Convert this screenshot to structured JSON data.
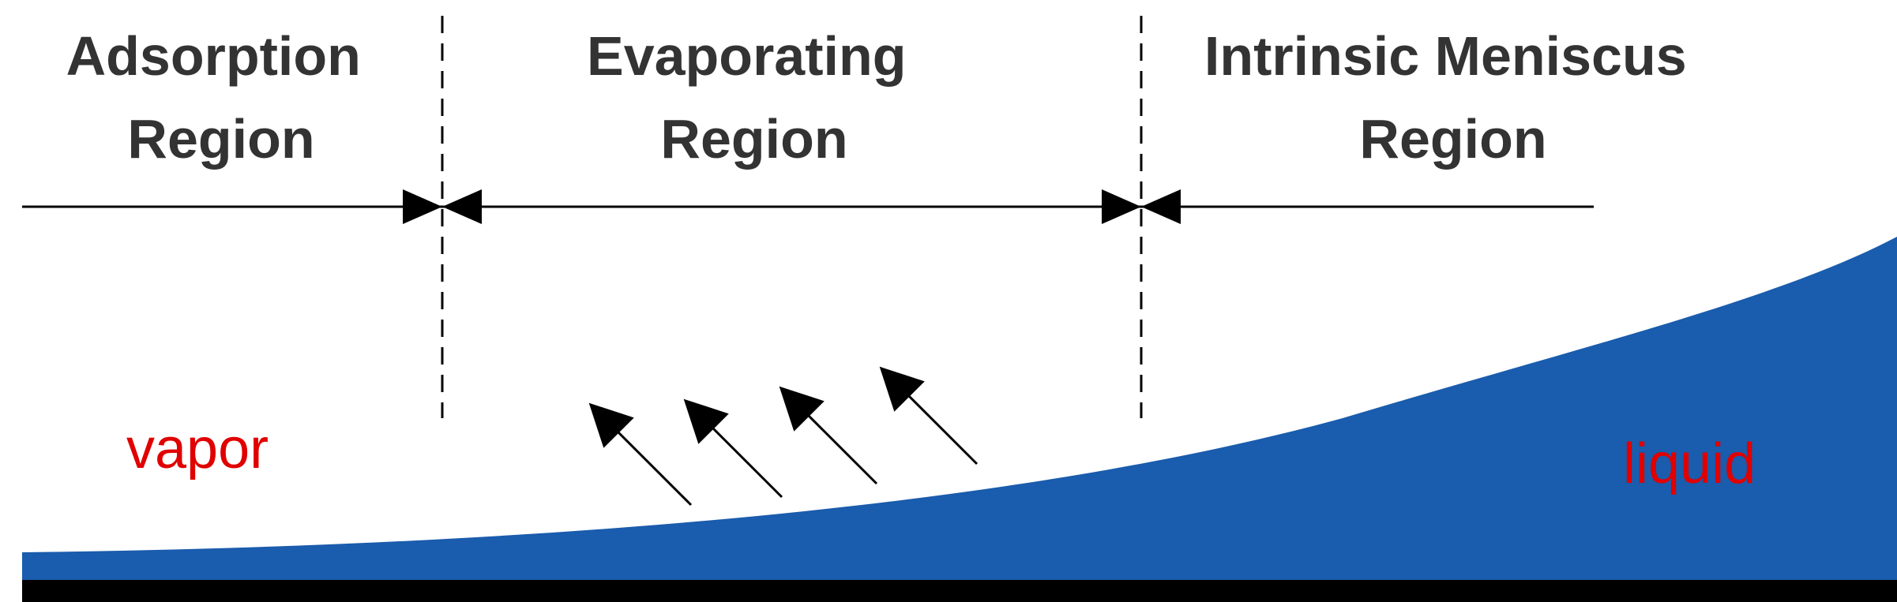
{
  "regions": [
    {
      "line1": "Adsorption",
      "line2": "Region"
    },
    {
      "line1": "Evaporating",
      "line2": "Region"
    },
    {
      "line1": "Intrinsic Meniscus",
      "line2": "Region"
    }
  ],
  "labels": {
    "vapor": "vapor",
    "liquid": "liquid"
  },
  "colors": {
    "liquid_fill": "#1a5cad",
    "substrate": "#000000",
    "fluid_label": "#e00000",
    "region_text": "#333333",
    "lines": "#000000"
  },
  "icons": {
    "boundary_markers": "double-arrowhead-pointing-inward",
    "evaporation_arrows": "arrow-up-left",
    "evaporation_arrow_count": 4
  }
}
